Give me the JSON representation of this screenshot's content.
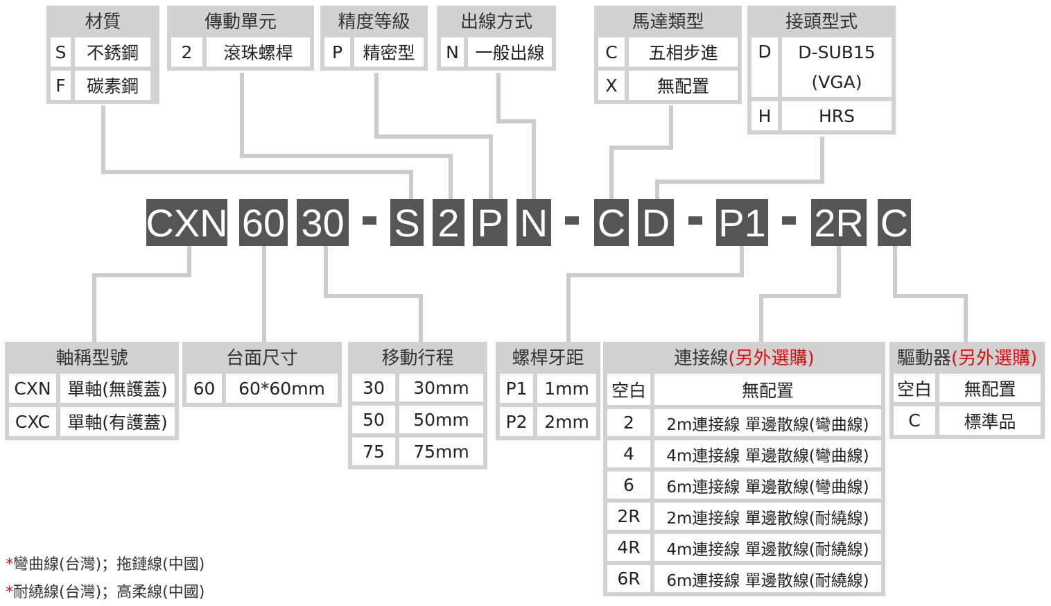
{
  "model_code": [
    "CXN",
    "60",
    "30",
    "S",
    "2",
    "P",
    "N",
    "C",
    "D",
    "P1",
    "2R",
    "C"
  ],
  "top_boxes": [
    {
      "title": "材質",
      "rows": [
        {
          "code": "S",
          "desc": "不銹鋼"
        },
        {
          "code": "F",
          "desc": "碳素鋼"
        }
      ]
    },
    {
      "title": "傳動單元",
      "rows": [
        {
          "code": "2",
          "desc": "滾珠螺桿"
        }
      ]
    },
    {
      "title": "精度等級",
      "rows": [
        {
          "code": "P",
          "desc": "精密型"
        }
      ]
    },
    {
      "title": "出線方式",
      "rows": [
        {
          "code": "N",
          "desc": "一般出線"
        }
      ]
    },
    {
      "title": "馬達類型",
      "rows": [
        {
          "code": "C",
          "desc": "五相步進"
        },
        {
          "code": "X",
          "desc": "無配置"
        }
      ]
    },
    {
      "title": "接頭型式",
      "rows": [
        {
          "code": "D",
          "desc_lines": [
            "D-SUB15",
            "(VGA)"
          ]
        },
        {
          "code": "H",
          "desc": "HRS"
        }
      ]
    }
  ],
  "bottom_boxes": [
    {
      "title": "軸稱型號",
      "rows": [
        {
          "code": "CXN",
          "desc": "單軸(無護蓋)"
        },
        {
          "code": "CXC",
          "desc": "單軸(有護蓋)"
        }
      ]
    },
    {
      "title": "台面尺寸",
      "rows": [
        {
          "code": "60",
          "desc": "60*60mm"
        }
      ]
    },
    {
      "title": "移動行程",
      "rows": [
        {
          "code": "30",
          "desc": "30mm"
        },
        {
          "code": "50",
          "desc": "50mm"
        },
        {
          "code": "75",
          "desc": "75mm"
        }
      ]
    },
    {
      "title": "螺桿牙距",
      "rows": [
        {
          "code": "P1",
          "desc": "1mm"
        },
        {
          "code": "P2",
          "desc": "2mm"
        }
      ]
    },
    {
      "title": "連接線",
      "title_note": "(另外選購)",
      "rows": [
        {
          "code": "空白",
          "desc": "無配置"
        },
        {
          "code": "2",
          "desc": "2m連接線 單邊散線(彎曲線)"
        },
        {
          "code": "4",
          "desc": "4m連接線 單邊散線(彎曲線)"
        },
        {
          "code": "6",
          "desc": "6m連接線 單邊散線(彎曲線)"
        },
        {
          "code": "2R",
          "desc": "2m連接線 單邊散線(耐繞線)"
        },
        {
          "code": "4R",
          "desc": "4m連接線 單邊散線(耐繞線)"
        },
        {
          "code": "6R",
          "desc": "6m連接線 單邊散線(耐繞線)"
        }
      ]
    },
    {
      "title": "驅動器",
      "title_note": "(另外選購)",
      "rows": [
        {
          "code": "空白",
          "desc": "無配置"
        },
        {
          "code": "C",
          "desc": "標準品"
        }
      ]
    }
  ],
  "notes": [
    {
      "star": "*",
      "text": "彎曲線(台灣)；拖鏈線(中國)"
    },
    {
      "star": "*",
      "text": "耐繞線(台灣)；高柔線(中國)"
    }
  ],
  "colors": {
    "code_block": "#555555",
    "box_bg": "#d2d2d2",
    "cell_bg": "#ffffff",
    "connector": "#cccccc",
    "accent": "#e01010"
  }
}
